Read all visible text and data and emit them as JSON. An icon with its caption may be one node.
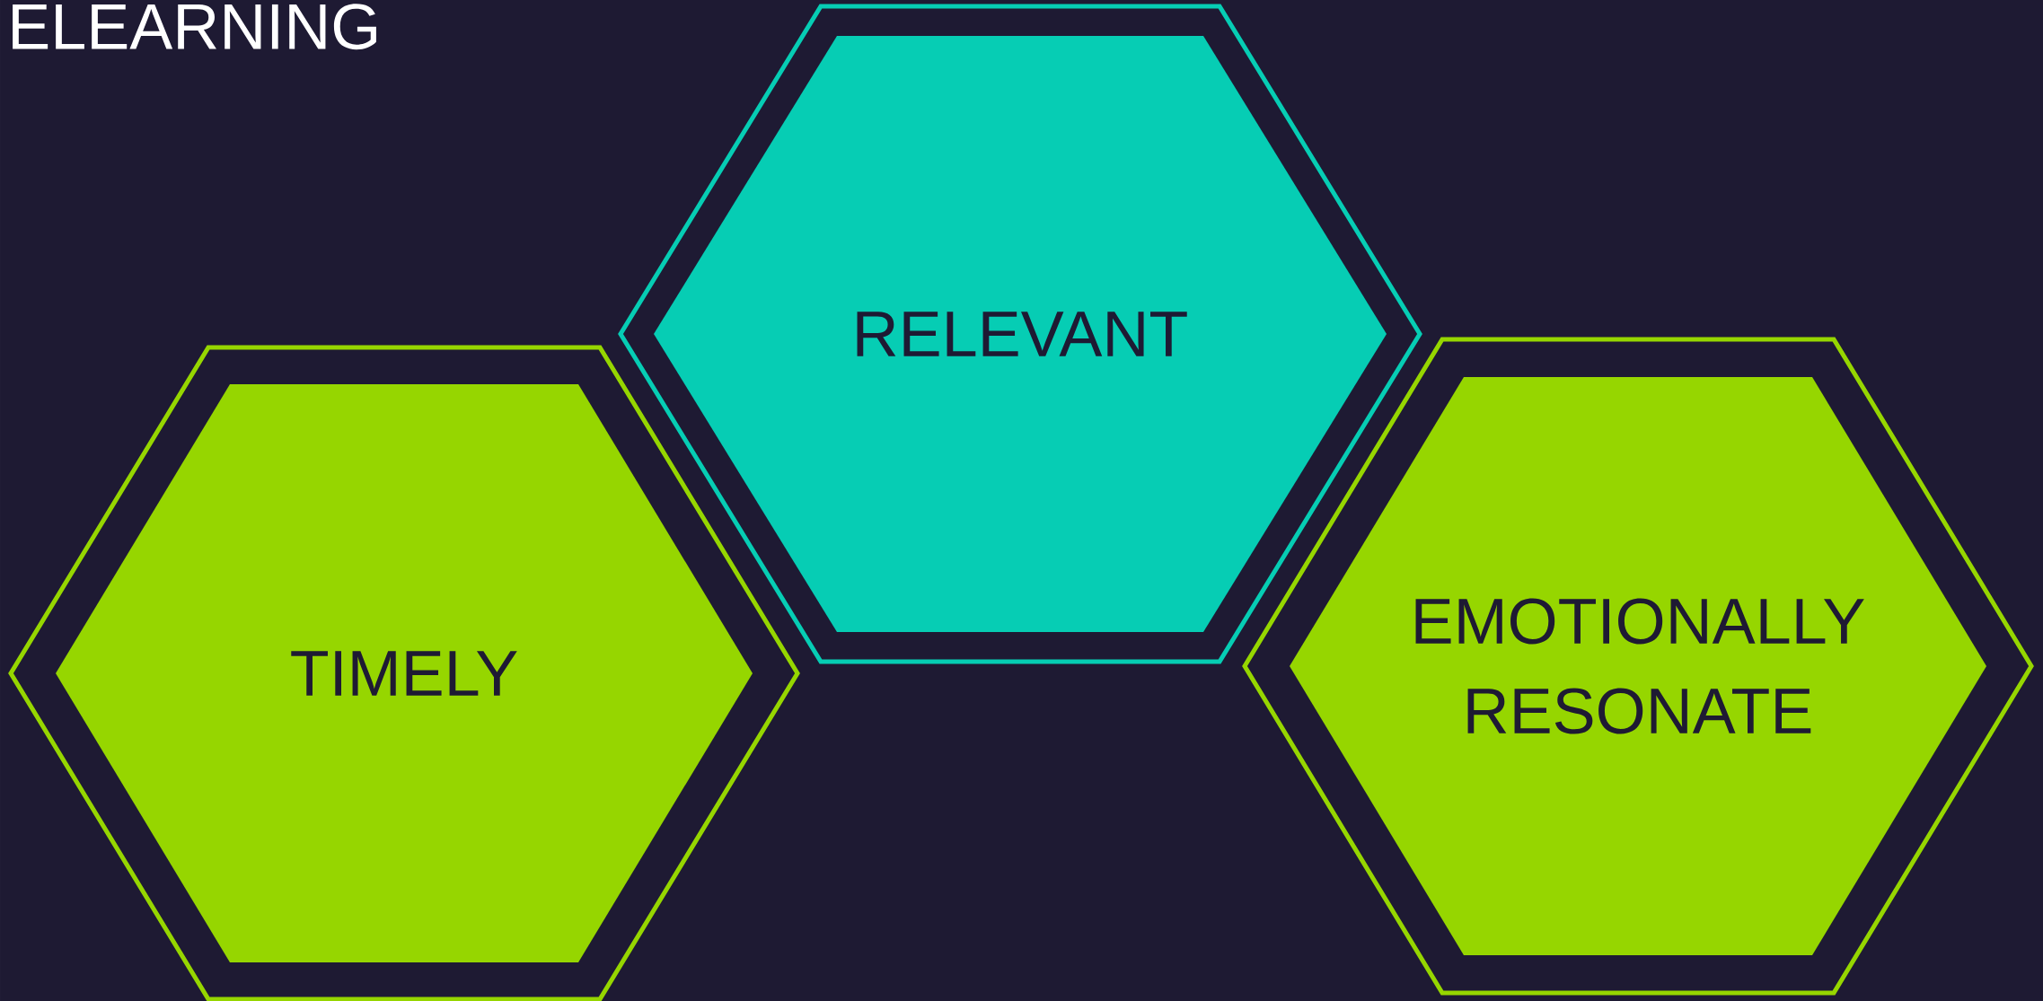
{
  "diagram": {
    "title": "ELEARNING",
    "nodes": [
      {
        "text": [
          "RELEVANT"
        ]
      },
      {
        "text": [
          "TIMELY"
        ]
      },
      {
        "text": [
          "EMOTIONALLY RESONATE"
        ]
      }
    ]
  }
}
